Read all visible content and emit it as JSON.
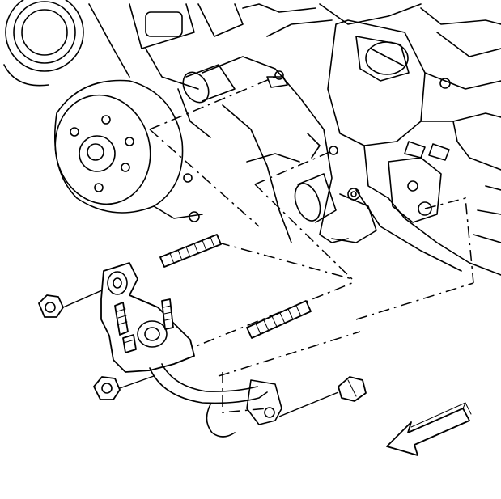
{
  "diagram": {
    "parts": [
      {
        "id": "engine-block"
      },
      {
        "id": "water-pump-pulley"
      },
      {
        "id": "crossover-pipe"
      },
      {
        "id": "pipe-flange"
      },
      {
        "id": "stud-upper"
      },
      {
        "id": "stud-lower"
      },
      {
        "id": "nut-upper"
      },
      {
        "id": "nut-lower"
      },
      {
        "id": "bolt-right"
      }
    ],
    "direction_arrow": "front-of-vehicle-arrow"
  }
}
